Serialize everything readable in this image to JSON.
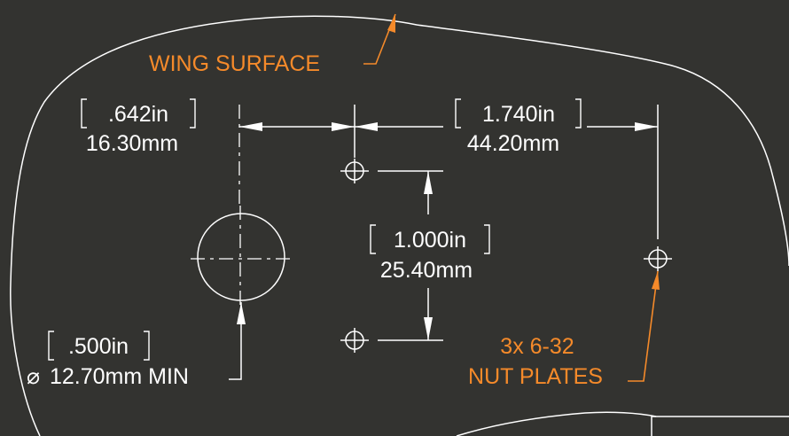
{
  "colors": {
    "background": "#333330",
    "lines": "#ffffff",
    "callouts": "#f58a2a"
  },
  "labels": {
    "wing_surface": "WING SURFACE",
    "nut_plates_line1": "3x 6-32",
    "nut_plates_line2": "NUT PLATES"
  },
  "dimensions": {
    "left_spacing": {
      "imperial": ".642in",
      "metric": "16.30mm"
    },
    "right_spacing": {
      "imperial": "1.740in",
      "metric": "44.20mm"
    },
    "vertical_spacing": {
      "imperial": "1.000in",
      "metric": "25.40mm"
    },
    "hole_diameter": {
      "imperial": ".500in",
      "symbol": "⌀",
      "metric": "12.70mm MIN"
    }
  },
  "icons": {
    "diameter_symbol": "diameter-icon",
    "fastener_hole": "crosshair-circle-icon"
  }
}
